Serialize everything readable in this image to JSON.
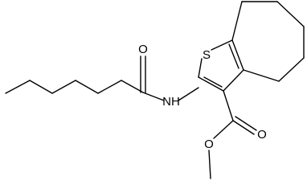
{
  "structure": {
    "atom_labels": {
      "sulfur": "S",
      "amide_oxygen": "O",
      "amide_nh": "NH",
      "ester_carbonyl_oxygen": "O",
      "ester_ether_oxygen": "O"
    },
    "colors": {
      "bond": "#000000",
      "label": "#000000",
      "background": "#ffffff"
    }
  }
}
